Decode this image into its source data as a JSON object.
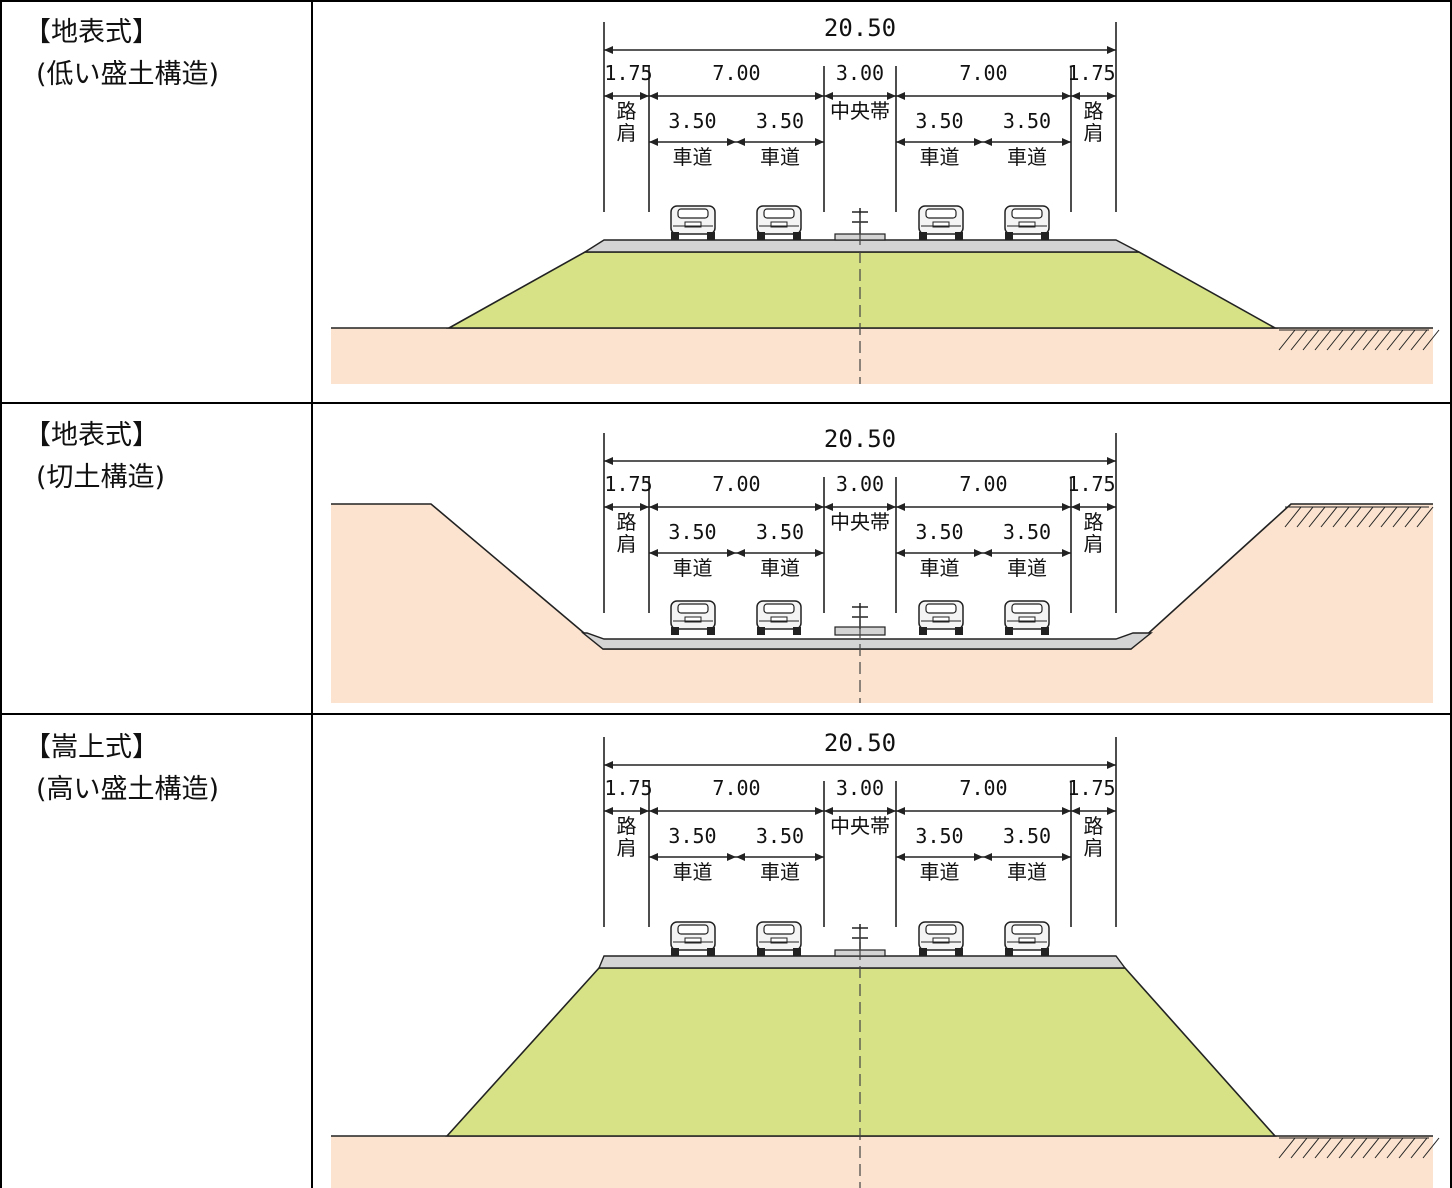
{
  "sections": [
    {
      "type_label": "【地表式】",
      "structure_label": "(低い盛土構造)",
      "kind": "low_fill"
    },
    {
      "type_label": "【地表式】",
      "structure_label": "(切土構造)",
      "kind": "cut"
    },
    {
      "type_label": "【嵩上式】",
      "structure_label": "(高い盛土構造)",
      "kind": "high_fill"
    }
  ],
  "dimensions": {
    "total": "20.50",
    "shoulder": "1.75",
    "carriageway": "7.00",
    "median": "3.00",
    "lane": "3.50",
    "shoulder_label": "路肩",
    "lane_label": "車道",
    "median_label": "中央帯"
  },
  "colors": {
    "ground": "#fbe3cf",
    "embankment": "#d6e285",
    "pavement": "#d4d4d4",
    "line": "#222222"
  }
}
